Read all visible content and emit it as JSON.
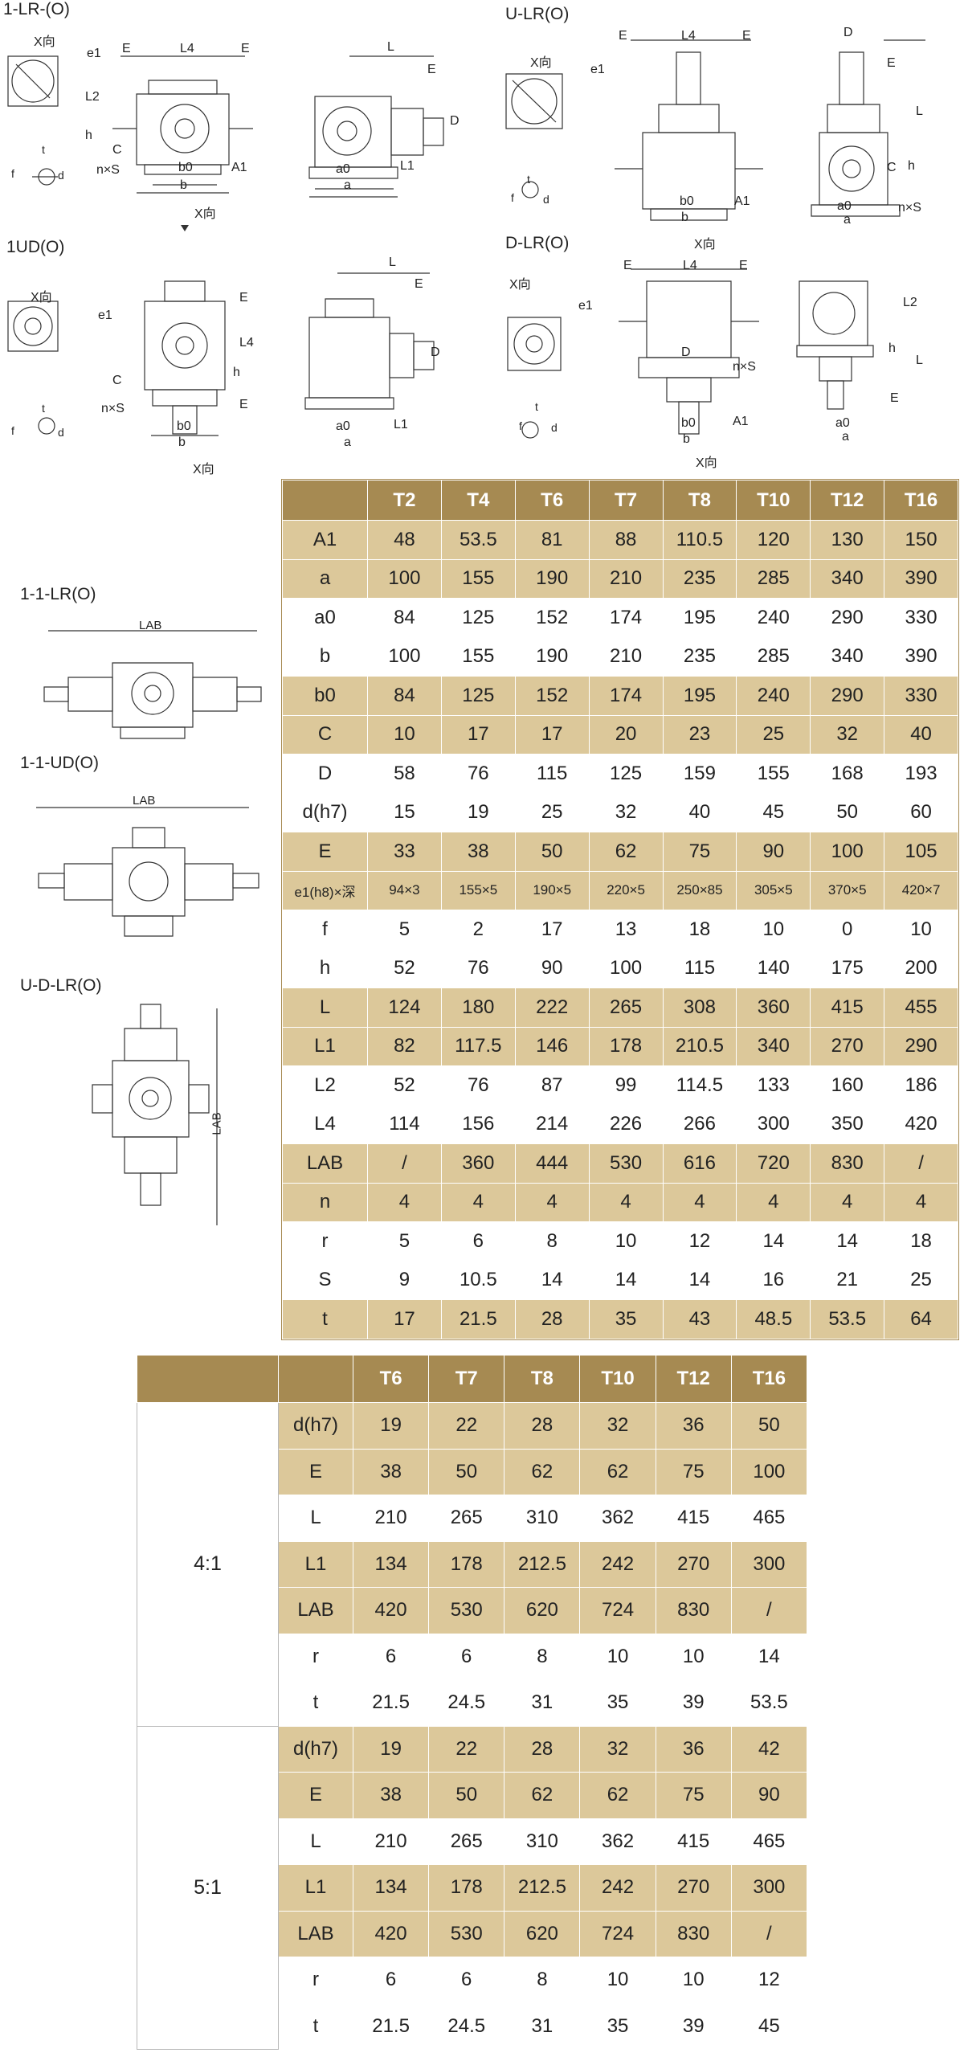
{
  "drawings": {
    "d1": {
      "title": "1-LR-(O)",
      "labels": [
        "X向",
        "e1",
        "E",
        "L4",
        "E",
        "L2",
        "h",
        "C",
        "t",
        "f",
        "d",
        "n×S",
        "b0",
        "A1",
        "b",
        "X向",
        "L",
        "E",
        "D",
        "a0",
        "a",
        "L1"
      ]
    },
    "d2": {
      "title": "U-LR(O)",
      "labels": [
        "X向",
        "e1",
        "E",
        "L4",
        "E",
        "D",
        "E",
        "L",
        "C",
        "h",
        "t",
        "f",
        "d",
        "b0",
        "A1",
        "b",
        "X向",
        "n×S",
        "a0",
        "a"
      ]
    },
    "d3": {
      "title": "1UD(O)",
      "labels": [
        "X向",
        "e1",
        "E",
        "L4",
        "C",
        "h",
        "E",
        "n×S",
        "t",
        "f",
        "d",
        "b0",
        "b",
        "X向",
        "L",
        "E",
        "D",
        "a0",
        "a",
        "L1"
      ]
    },
    "d4": {
      "title": "D-LR(O)",
      "labels": [
        "X向",
        "e1",
        "E",
        "L4",
        "E",
        "D",
        "n×S",
        "t",
        "f",
        "d",
        "b0",
        "A1",
        "b",
        "X向",
        "L2",
        "h",
        "L",
        "E",
        "a0",
        "a"
      ]
    },
    "d5": {
      "title": "1-1-LR(O)",
      "labels": [
        "LAB"
      ]
    },
    "d6": {
      "title": "1-1-UD(O)",
      "labels": [
        "LAB"
      ]
    },
    "d7": {
      "title": "U-D-LR(O)",
      "labels": [
        "LAB"
      ]
    }
  },
  "table1": {
    "header": [
      "",
      "T2",
      "T4",
      "T6",
      "T7",
      "T8",
      "T10",
      "T12",
      "T16"
    ],
    "rows": [
      [
        "A1",
        "48",
        "53.5",
        "81",
        "88",
        "110.5",
        "120",
        "130",
        "150"
      ],
      [
        "a",
        "100",
        "155",
        "190",
        "210",
        "235",
        "285",
        "340",
        "390"
      ],
      [
        "a0",
        "84",
        "125",
        "152",
        "174",
        "195",
        "240",
        "290",
        "330"
      ],
      [
        "b",
        "100",
        "155",
        "190",
        "210",
        "235",
        "285",
        "340",
        "390"
      ],
      [
        "b0",
        "84",
        "125",
        "152",
        "174",
        "195",
        "240",
        "290",
        "330"
      ],
      [
        "C",
        "10",
        "17",
        "17",
        "20",
        "23",
        "25",
        "32",
        "40"
      ],
      [
        "D",
        "58",
        "76",
        "115",
        "125",
        "159",
        "155",
        "168",
        "193"
      ],
      [
        "d(h7)",
        "15",
        "19",
        "25",
        "32",
        "40",
        "45",
        "50",
        "60"
      ],
      [
        "E",
        "33",
        "38",
        "50",
        "62",
        "75",
        "90",
        "100",
        "105"
      ],
      [
        "e1(h8)×深",
        "94×3",
        "155×5",
        "190×5",
        "220×5",
        "250×85",
        "305×5",
        "370×5",
        "420×7"
      ],
      [
        "f",
        "5",
        "2",
        "17",
        "13",
        "18",
        "10",
        "0",
        "10"
      ],
      [
        "h",
        "52",
        "76",
        "90",
        "100",
        "115",
        "140",
        "175",
        "200"
      ],
      [
        "L",
        "124",
        "180",
        "222",
        "265",
        "308",
        "360",
        "415",
        "455"
      ],
      [
        "L1",
        "82",
        "117.5",
        "146",
        "178",
        "210.5",
        "340",
        "270",
        "290"
      ],
      [
        "L2",
        "52",
        "76",
        "87",
        "99",
        "114.5",
        "133",
        "160",
        "186"
      ],
      [
        "L4",
        "114",
        "156",
        "214",
        "226",
        "266",
        "300",
        "350",
        "420"
      ],
      [
        "LAB",
        "/",
        "360",
        "444",
        "530",
        "616",
        "720",
        "830",
        "/"
      ],
      [
        "n",
        "4",
        "4",
        "4",
        "4",
        "4",
        "4",
        "4",
        "4"
      ],
      [
        "r",
        "5",
        "6",
        "8",
        "10",
        "12",
        "14",
        "14",
        "18"
      ],
      [
        "S",
        "9",
        "10.5",
        "14",
        "14",
        "14",
        "16",
        "21",
        "25"
      ],
      [
        "t",
        "17",
        "21.5",
        "28",
        "35",
        "43",
        "48.5",
        "53.5",
        "64"
      ]
    ]
  },
  "table2": {
    "header": [
      "",
      "",
      "T6",
      "T7",
      "T8",
      "T10",
      "T12",
      "T16"
    ],
    "groups": [
      {
        "ratio": "4:1",
        "rows": [
          [
            "d(h7)",
            "19",
            "22",
            "28",
            "32",
            "36",
            "50"
          ],
          [
            "E",
            "38",
            "50",
            "62",
            "62",
            "75",
            "100"
          ],
          [
            "L",
            "210",
            "265",
            "310",
            "362",
            "415",
            "465"
          ],
          [
            "L1",
            "134",
            "178",
            "212.5",
            "242",
            "270",
            "300"
          ],
          [
            "LAB",
            "420",
            "530",
            "620",
            "724",
            "830",
            "/"
          ],
          [
            "r",
            "6",
            "6",
            "8",
            "10",
            "10",
            "14"
          ],
          [
            "t",
            "21.5",
            "24.5",
            "31",
            "35",
            "39",
            "53.5"
          ]
        ]
      },
      {
        "ratio": "5:1",
        "rows": [
          [
            "d(h7)",
            "19",
            "22",
            "28",
            "32",
            "36",
            "42"
          ],
          [
            "E",
            "38",
            "50",
            "62",
            "62",
            "75",
            "90"
          ],
          [
            "L",
            "210",
            "265",
            "310",
            "362",
            "415",
            "465"
          ],
          [
            "L1",
            "134",
            "178",
            "212.5",
            "242",
            "270",
            "300"
          ],
          [
            "LAB",
            "420",
            "530",
            "620",
            "724",
            "830",
            "/"
          ],
          [
            "r",
            "6",
            "6",
            "8",
            "10",
            "10",
            "12"
          ],
          [
            "t",
            "21.5",
            "24.5",
            "31",
            "35",
            "39",
            "45"
          ]
        ]
      }
    ]
  },
  "colors": {
    "header": "#a68a52",
    "band": "#dcc89a",
    "line": "#333333",
    "shade": "#cfcfcf"
  }
}
